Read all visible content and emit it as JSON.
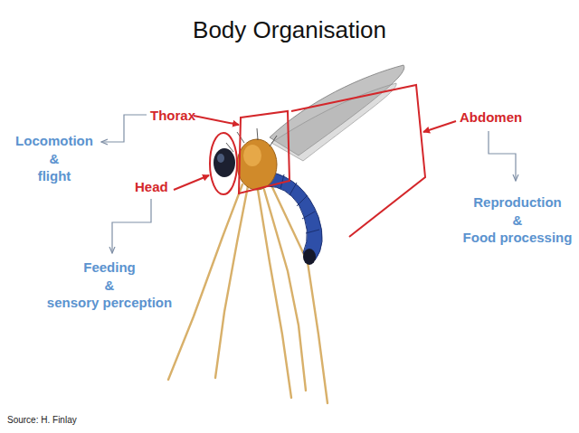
{
  "diagram": {
    "title": "Body Organisation",
    "caption": "Source: H. Finlay",
    "labels": [
      "Thorax",
      "Head",
      "Abdomen",
      "Locomotion & flight",
      "Feeding & sensory perception",
      "Reproduction & Food processing"
    ]
  }
}
